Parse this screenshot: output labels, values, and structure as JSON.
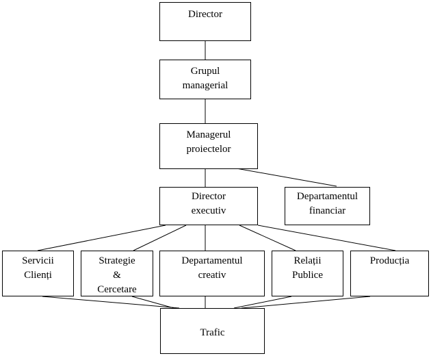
{
  "colors": {
    "line": "#000000",
    "box_border": "#000000",
    "background": "#ffffff",
    "text": "#000000"
  },
  "nodes": {
    "director": "Director",
    "grupul": "Grupul\nmanagerial",
    "managerul": "Managerul\nproiectelor",
    "director_executiv": "Director\nexecutiv",
    "dep_financiar": "Departamentul\nfinanciar",
    "servicii": "Servicii\nClienți",
    "strategie": "Strategie\n&\nCercetare",
    "dep_creativ": "Departamentul\ncreativ",
    "relatii": "Relații\nPublice",
    "productia": "Producția",
    "trafic": "Trafic"
  }
}
